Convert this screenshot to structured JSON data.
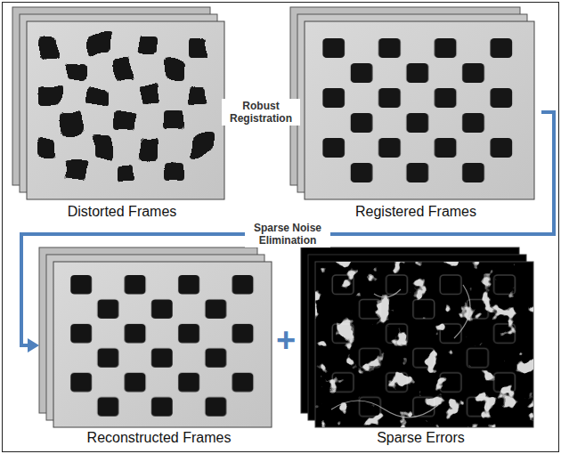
{
  "diagram": {
    "nodes": [
      {
        "text": [
          "Distorted Frames"
        ]
      },
      {
        "text": [
          "Registered Frames"
        ]
      },
      {
        "text": [
          "Reconstructed Frames"
        ]
      },
      {
        "text": [
          "Sparse Errors"
        ]
      }
    ],
    "edges": [
      {
        "from": 0,
        "to": 1,
        "label": "Robust Registration",
        "arrow": "to"
      },
      {
        "from": 1,
        "to": 2,
        "label": "Sparse Noise Elimination",
        "arrow": "to"
      }
    ],
    "labels": [
      "+"
    ]
  }
}
